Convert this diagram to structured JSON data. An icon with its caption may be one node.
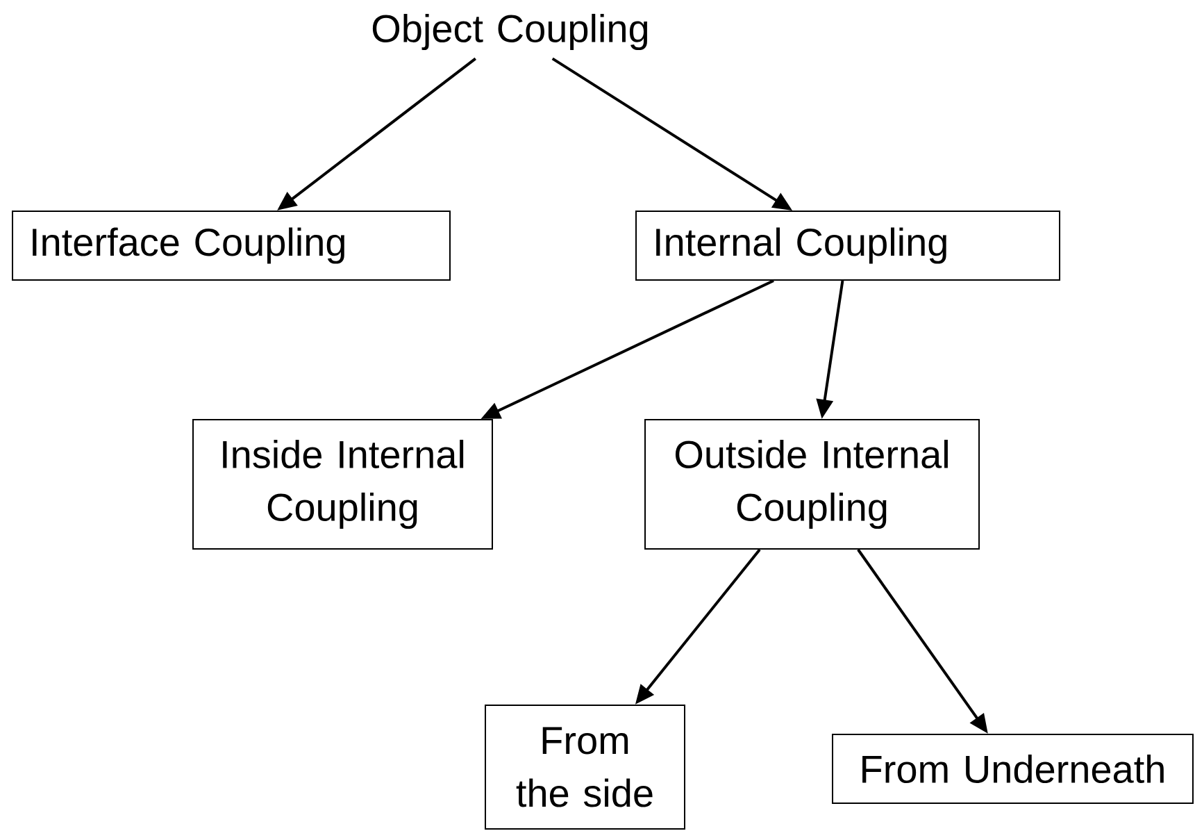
{
  "diagram": {
    "nodes": [
      {
        "text": [
          "Object Coupling"
        ]
      },
      {
        "text": [
          "Interface Coupling"
        ]
      },
      {
        "text": [
          "Internal Coupling"
        ]
      },
      {
        "text": [
          "Inside Internal Coupling"
        ]
      },
      {
        "text": [
          "Outside Internal Coupling"
        ]
      },
      {
        "text": [
          "From the side"
        ]
      },
      {
        "text": [
          "From Underneath"
        ]
      }
    ],
    "edges": [
      {
        "from": 0,
        "to": 1,
        "arrow": "to"
      },
      {
        "from": 0,
        "to": 2,
        "arrow": "to"
      },
      {
        "from": 2,
        "to": 3,
        "arrow": "to"
      },
      {
        "from": 2,
        "to": 4,
        "arrow": "to"
      },
      {
        "from": 4,
        "to": 5,
        "arrow": "to"
      },
      {
        "from": 4,
        "to": 6,
        "arrow": "to"
      }
    ]
  }
}
